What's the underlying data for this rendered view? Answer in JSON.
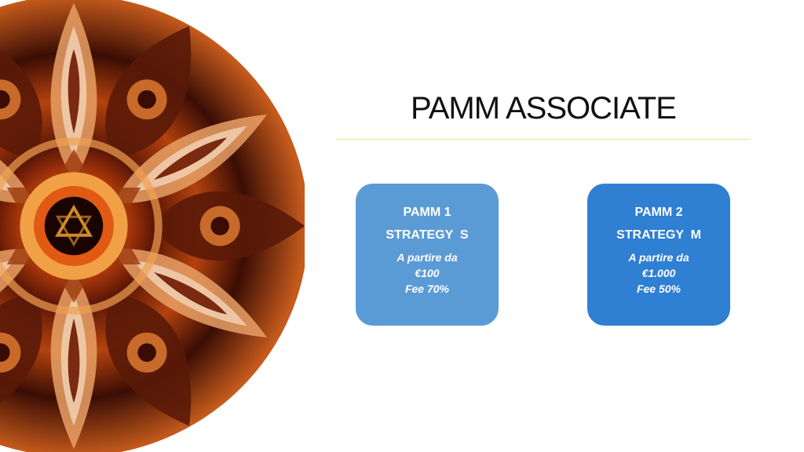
{
  "slide": {
    "title": "PAMM ASSOCIATE",
    "image": {
      "icon": "kaleidoscope-mandala-image"
    },
    "cards": [
      {
        "name": "PAMM 1",
        "strategy": "STRATEGY  S",
        "from_label": "A partire da",
        "amount": "€100",
        "fee": "Fee 70%",
        "color": "#5b9bd5"
      },
      {
        "name": "PAMM 2",
        "strategy": "STRATEGY  M",
        "from_label": "A partire da",
        "amount": "€1.000",
        "fee": "Fee 50%",
        "color": "#2f7fd3"
      }
    ],
    "accent_line_color": "#f2e38a"
  }
}
